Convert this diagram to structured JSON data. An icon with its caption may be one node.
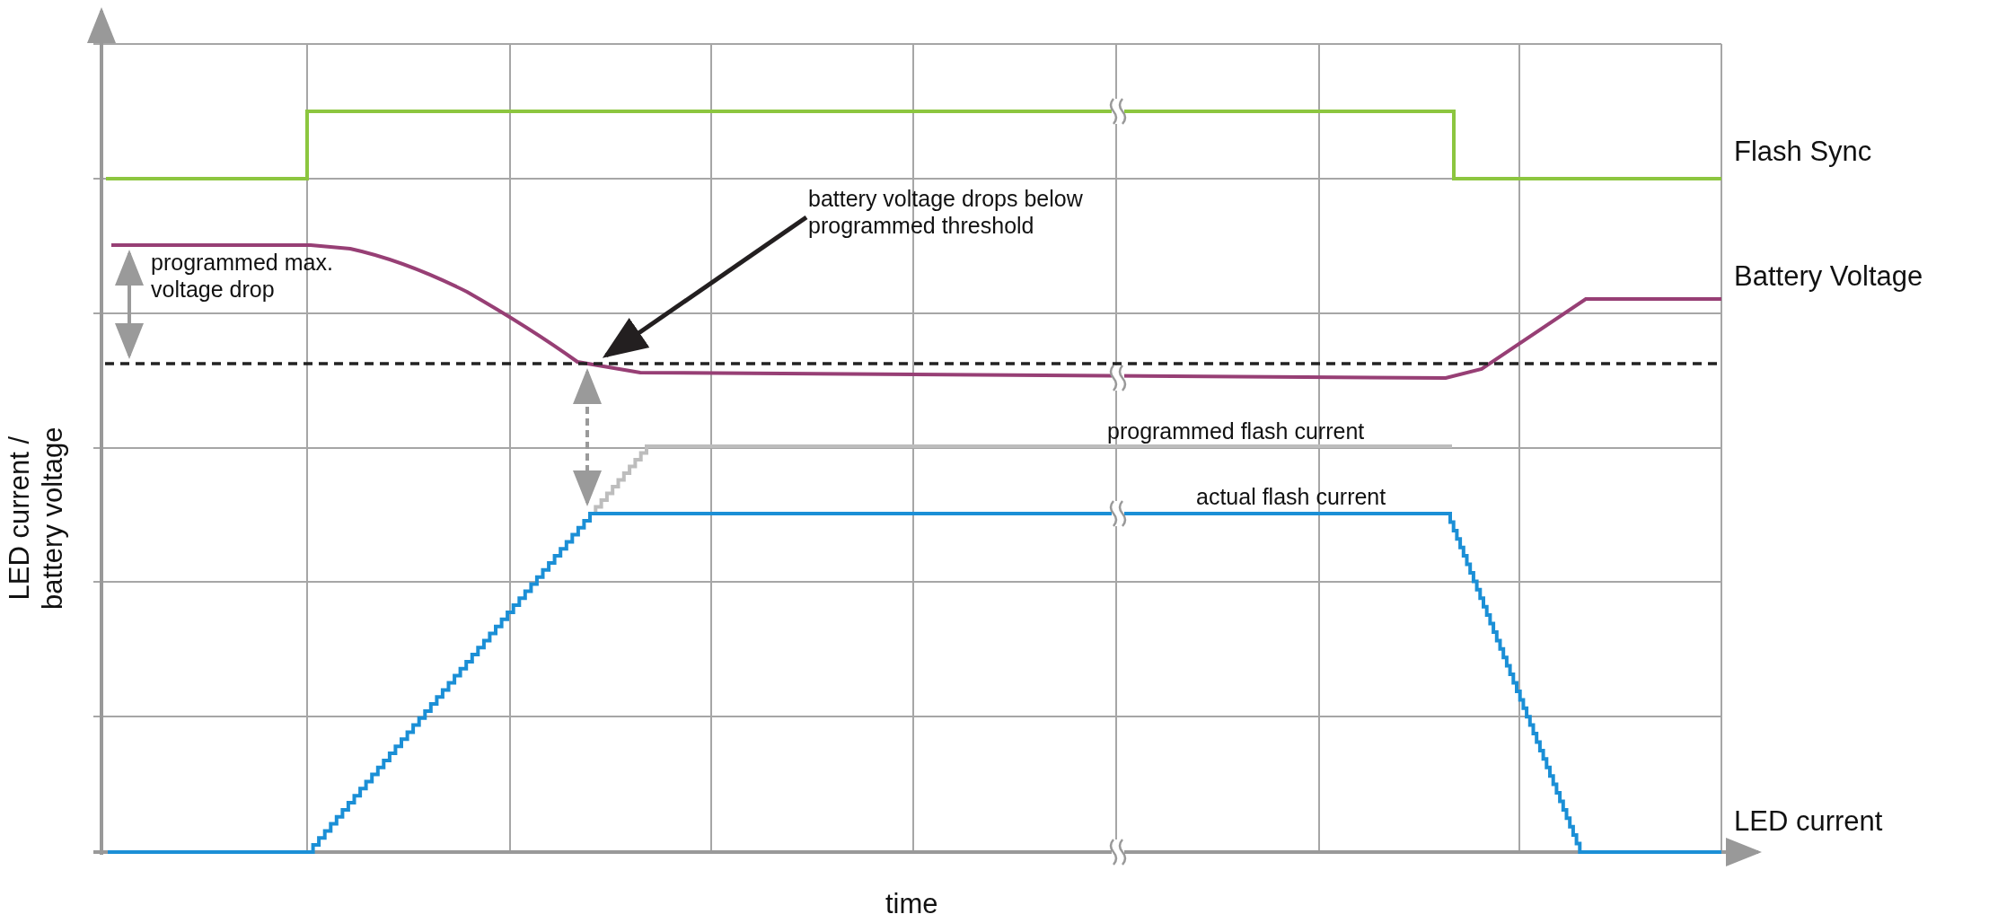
{
  "diagram": {
    "nodes": [
      {
        "text": [
          "battery voltage drops below programmed threshold"
        ]
      },
      {
        "text": [],
        "shape": "line"
      }
    ],
    "edges": [
      {
        "from": 0,
        "to": 1,
        "arrow": "to"
      }
    ],
    "labels": [
      "Flash Sync",
      "Battery Voltage",
      "programmed max. voltage drop",
      "programmed flash current",
      "actual flash current",
      "LED current",
      "LED current / battery voltage",
      "time"
    ]
  }
}
